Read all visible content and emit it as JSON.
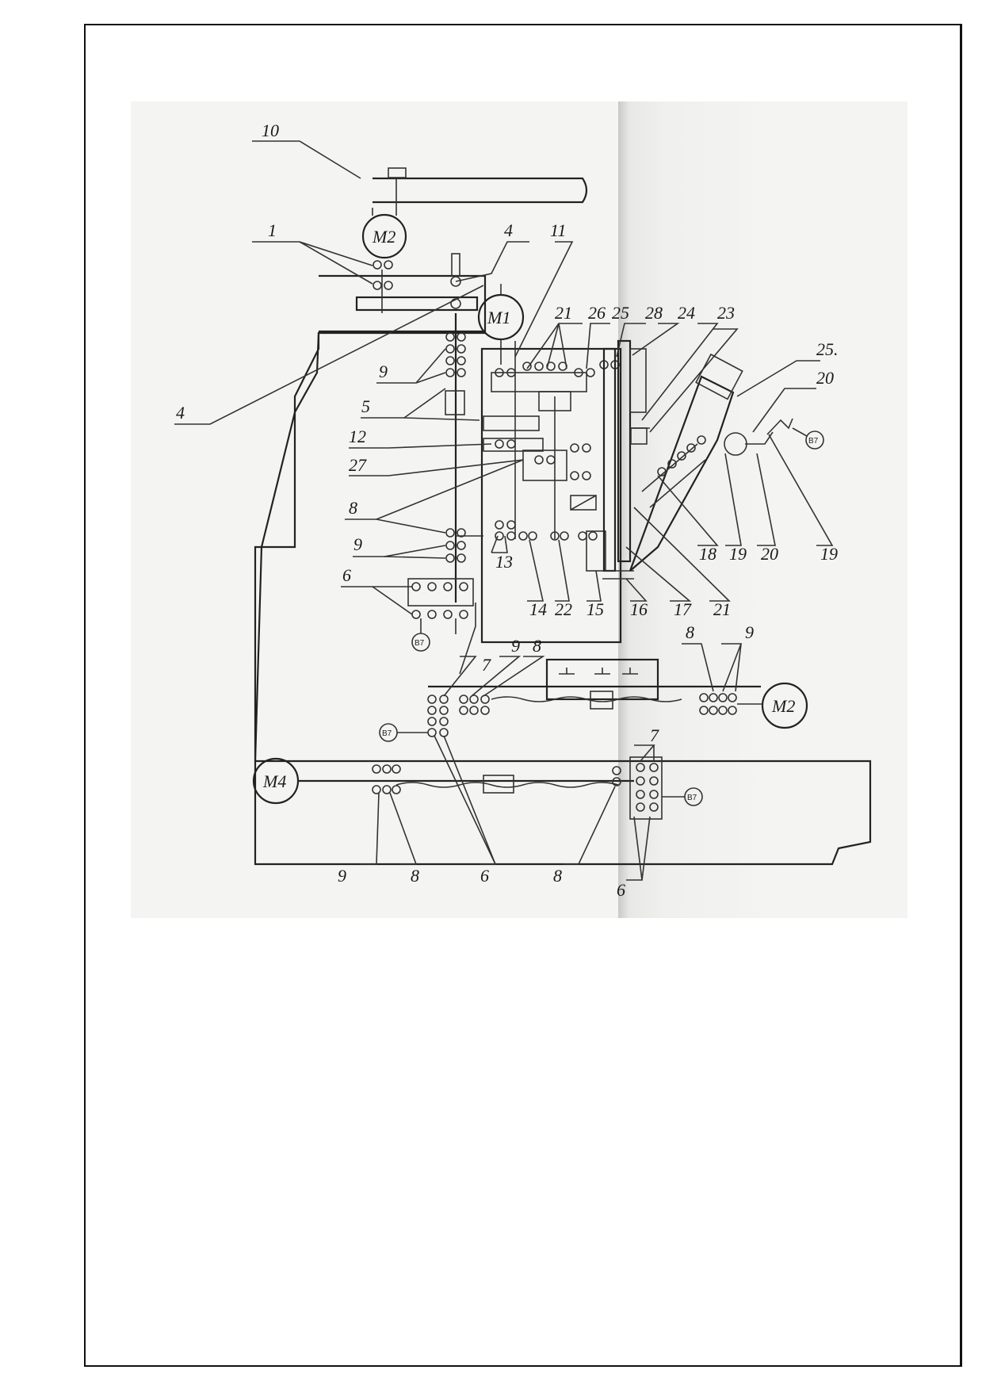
{
  "motors": [
    {
      "id": "m2_top",
      "label": "M2"
    },
    {
      "id": "m1",
      "label": "M1"
    },
    {
      "id": "m2_right",
      "label": "M2"
    },
    {
      "id": "m4",
      "label": "M4"
    }
  ],
  "sensors": [
    {
      "id": "b_mid",
      "label": "B7"
    },
    {
      "id": "b_low",
      "label": "B7"
    },
    {
      "id": "b_right",
      "label": "B7"
    },
    {
      "id": "b_head",
      "label": "B7"
    }
  ],
  "labels": [
    {
      "id": "l10",
      "text": "10"
    },
    {
      "id": "l1",
      "text": "1"
    },
    {
      "id": "l4a",
      "text": "4"
    },
    {
      "id": "l11",
      "text": "11"
    },
    {
      "id": "l21a",
      "text": "21"
    },
    {
      "id": "l26",
      "text": "26"
    },
    {
      "id": "l25a",
      "text": "25"
    },
    {
      "id": "l28",
      "text": "28"
    },
    {
      "id": "l24",
      "text": "24"
    },
    {
      "id": "l23",
      "text": "23"
    },
    {
      "id": "l25b",
      "text": "25."
    },
    {
      "id": "l20a",
      "text": "20"
    },
    {
      "id": "l4b",
      "text": "4"
    },
    {
      "id": "l9a",
      "text": "9"
    },
    {
      "id": "l5",
      "text": "5"
    },
    {
      "id": "l12",
      "text": "12"
    },
    {
      "id": "l27",
      "text": "27"
    },
    {
      "id": "l8a",
      "text": "8"
    },
    {
      "id": "l9b",
      "text": "9"
    },
    {
      "id": "l6a",
      "text": "6"
    },
    {
      "id": "l13",
      "text": "13"
    },
    {
      "id": "l14",
      "text": "14"
    },
    {
      "id": "l22",
      "text": "22"
    },
    {
      "id": "l15",
      "text": "15"
    },
    {
      "id": "l16",
      "text": "16"
    },
    {
      "id": "l17",
      "text": "17"
    },
    {
      "id": "l21b",
      "text": "21"
    },
    {
      "id": "l18",
      "text": "18"
    },
    {
      "id": "l19a",
      "text": "19"
    },
    {
      "id": "l20b",
      "text": "20"
    },
    {
      "id": "l19b",
      "text": "19"
    },
    {
      "id": "l7a",
      "text": "7"
    },
    {
      "id": "l9c",
      "text": "9"
    },
    {
      "id": "l8b",
      "text": "8"
    },
    {
      "id": "l8c",
      "text": "8"
    },
    {
      "id": "l9d",
      "text": "9"
    },
    {
      "id": "l7b",
      "text": "7"
    },
    {
      "id": "l9e",
      "text": "9"
    },
    {
      "id": "l8d",
      "text": "8"
    },
    {
      "id": "l6b",
      "text": "6"
    },
    {
      "id": "l8e",
      "text": "8"
    },
    {
      "id": "l6c",
      "text": "6"
    }
  ]
}
